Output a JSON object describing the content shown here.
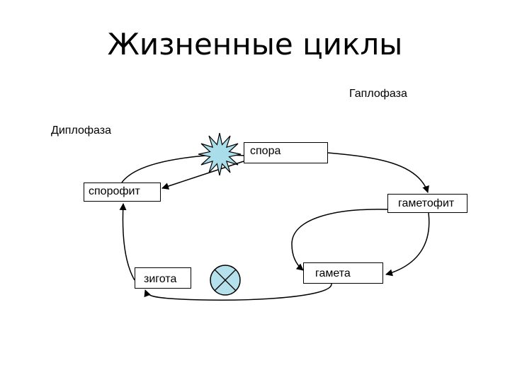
{
  "title": "Жизненные циклы",
  "phases": {
    "haplophase": "Гаплофаза",
    "diplophase": "Диплофаза"
  },
  "nodes": {
    "spora": "спора",
    "sporophyte": "спорофит",
    "gametophyte": "гаметофит",
    "zygote": "зигота",
    "gamete": "гамета"
  },
  "colors": {
    "meiosis_star": "#a9dde9",
    "fertilization_circle": "#b4e1ec"
  },
  "icons": [
    "meiosis-star-icon",
    "fertilization-cross-icon"
  ]
}
